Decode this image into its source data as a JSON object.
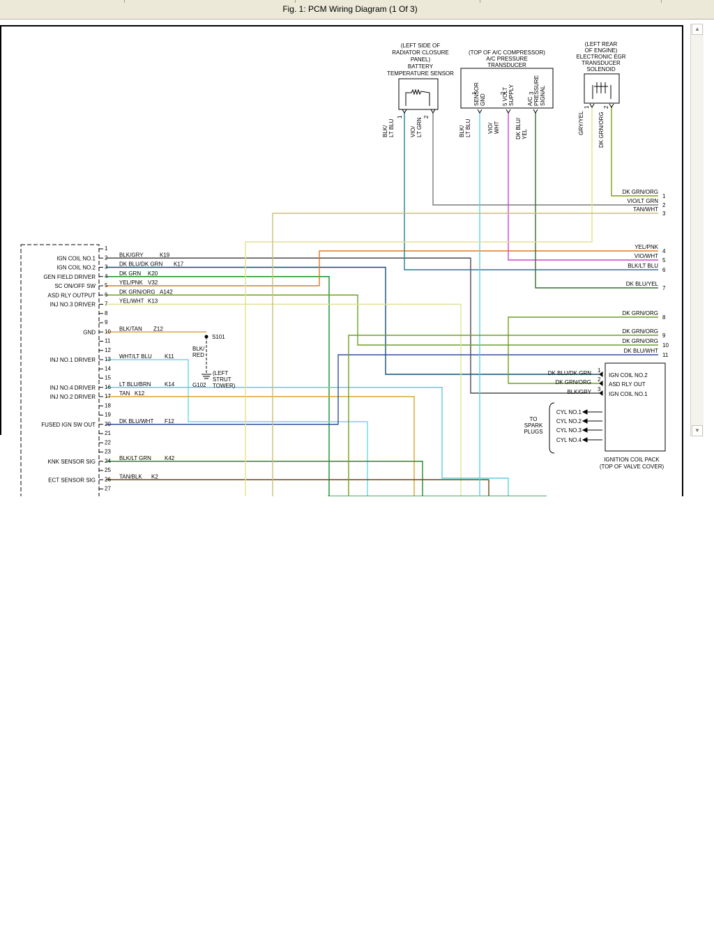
{
  "window": {
    "title": "Fig. 1: PCM Wiring Diagram (1 Of 3)"
  },
  "components": {
    "battery_temp_sensor": {
      "lines": [
        "(LEFT SIDE OF",
        "RADIATOR CLOSURE",
        "PANEL)",
        "BATTERY",
        "TEMPERATURE SENSOR"
      ]
    },
    "ac_pressure_transducer": {
      "lines": [
        "(TOP OF A/C COMPRESSOR)",
        "A/C PRESSURE",
        "TRANSDUCER"
      ]
    },
    "egr_solenoid": {
      "lines": [
        "(LEFT REAR",
        "OF ENGINE)",
        "ELECTRONIC EGR",
        "TRANSDUCER",
        "SOLENOID"
      ]
    },
    "coil_pack": {
      "lines": [
        "IGNITION COIL PACK",
        "(TOP OF VALVE COVER)"
      ]
    },
    "spark_plugs": {
      "lines": [
        "TO",
        "SPARK",
        "PLUGS"
      ]
    },
    "ground_location": {
      "lines": [
        "(LEFT",
        "STRUT",
        "TOWER)"
      ]
    }
  },
  "pins": {
    "batt_1": "1",
    "batt_2": "2",
    "ac_1": "1",
    "ac_2": "2",
    "ac_3": "3",
    "egr_1": "1",
    "egr_2": "2"
  },
  "pin_labels": {
    "sensor_gnd": [
      "SENSOR",
      "GND"
    ],
    "five_volt_supply": [
      "5 VOLT",
      "SUPPLY"
    ],
    "ac_pressure_signal": [
      "A/C",
      "PRESSURE",
      "SIGNAL"
    ]
  },
  "top_wire_labels": {
    "batt_1": [
      "BLK/",
      "LT BLU"
    ],
    "batt_2": [
      "VIO/",
      "LT GRN"
    ],
    "ac_1": [
      "BLK/",
      "LT BLU"
    ],
    "ac_2": [
      "VIO/",
      "WHT"
    ],
    "ac_3": [
      "DK BLU/",
      "YEL"
    ],
    "egr_1": [
      "GRY/YEL"
    ],
    "egr_2": [
      "DK GRN/ORG"
    ]
  },
  "right_connector": [
    {
      "num": "1",
      "color_text": "DK GRN/ORG"
    },
    {
      "num": "2",
      "color_text": "VIO/LT GRN"
    },
    {
      "num": "3",
      "color_text": "TAN/WHT"
    },
    {
      "num": "4",
      "color_text": "YEL/PNK"
    },
    {
      "num": "5",
      "color_text": "VIO/WHT"
    },
    {
      "num": "6",
      "color_text": "BLK/LT BLU"
    },
    {
      "num": "7",
      "color_text": "DK BLU/YEL"
    },
    {
      "num": "8",
      "color_text": "DK GRN/ORG"
    },
    {
      "num": "9",
      "color_text": "DK GRN/ORG"
    },
    {
      "num": "10",
      "color_text": "DK GRN/ORG"
    },
    {
      "num": "11",
      "color_text": "DK BLU/WHT"
    }
  ],
  "coil_pack_pins": [
    {
      "num": "1",
      "color_text": "DK BLU/DK GRN",
      "name": "IGN COIL NO.2"
    },
    {
      "num": "2",
      "color_text": "DK GRN/ORG",
      "name": "ASD RLY OUT"
    },
    {
      "num": "3",
      "color_text": "BLK/GRY",
      "name": "IGN COIL NO.1"
    }
  ],
  "cylinders": [
    "CYL NO.1",
    "CYL NO.2",
    "CYL NO.3",
    "CYL NO.4"
  ],
  "pcm_pins": [
    {
      "num": "1",
      "func": "",
      "color_text": "",
      "circuit": ""
    },
    {
      "num": "2",
      "func": "IGN COIL NO.1",
      "color_text": "BLK/GRY",
      "circuit": "K19"
    },
    {
      "num": "3",
      "func": "IGN COIL NO.2",
      "color_text": "DK BLU/DK GRN",
      "circuit": "K17"
    },
    {
      "num": "4",
      "func": "GEN FIELD DRIVER",
      "color_text": "DK GRN",
      "circuit": "K20"
    },
    {
      "num": "5",
      "func": "SC ON/OFF SW",
      "color_text": "YEL/PNK",
      "circuit": "V32"
    },
    {
      "num": "6",
      "func": "ASD RLY OUTPUT",
      "color_text": "DK GRN/ORG",
      "circuit": "A142"
    },
    {
      "num": "7",
      "func": "INJ NO.3 DRIVER",
      "color_text": "YEL/WHT",
      "circuit": "K13"
    },
    {
      "num": "8",
      "func": "",
      "color_text": "",
      "circuit": ""
    },
    {
      "num": "9",
      "func": "",
      "color_text": "",
      "circuit": ""
    },
    {
      "num": "10",
      "func": "GND",
      "color_text": "BLK/TAN",
      "circuit": "Z12"
    },
    {
      "num": "11",
      "func": "",
      "color_text": "",
      "circuit": ""
    },
    {
      "num": "12",
      "func": "",
      "color_text": "",
      "circuit": ""
    },
    {
      "num": "13",
      "func": "INJ NO.1 DRIVER",
      "color_text": "WHT/LT BLU",
      "circuit": "K11"
    },
    {
      "num": "14",
      "func": "",
      "color_text": "",
      "circuit": ""
    },
    {
      "num": "15",
      "func": "",
      "color_text": "",
      "circuit": ""
    },
    {
      "num": "16",
      "func": "INJ NO.4 DRIVER",
      "color_text": "LT BLU/BRN",
      "circuit": "K14"
    },
    {
      "num": "17",
      "func": "INJ NO.2 DRIVER",
      "color_text": "TAN",
      "circuit": "K12"
    },
    {
      "num": "18",
      "func": "",
      "color_text": "",
      "circuit": ""
    },
    {
      "num": "19",
      "func": "",
      "color_text": "",
      "circuit": ""
    },
    {
      "num": "20",
      "func": "FUSED IGN SW OUT",
      "color_text": "DK BLU/WHT",
      "circuit": "F12"
    },
    {
      "num": "21",
      "func": "",
      "color_text": "",
      "circuit": ""
    },
    {
      "num": "22",
      "func": "",
      "color_text": "",
      "circuit": ""
    },
    {
      "num": "23",
      "func": "",
      "color_text": "",
      "circuit": ""
    },
    {
      "num": "24",
      "func": "KNK SENSOR SIG",
      "color_text": "BLK/LT GRN",
      "circuit": "K42"
    },
    {
      "num": "25",
      "func": "",
      "color_text": "",
      "circuit": ""
    },
    {
      "num": "26",
      "func": "ECT SENSOR SIG",
      "color_text": "TAN/BLK",
      "circuit": "K2"
    },
    {
      "num": "27",
      "func": "",
      "color_text": "",
      "circuit": ""
    }
  ],
  "splice": {
    "label": "S101",
    "wire_color_text": [
      "BLK/",
      "RED"
    ],
    "ground": "G102"
  },
  "wire_colors": {
    "blk_gry": "#4a4a4a",
    "dk_blu_dk_grn": "#0d4f6e",
    "dk_grn": "#0f8f2a",
    "yel_pnk": "#e0781a",
    "dk_grn_org": "#6c9f1c",
    "yel_wht": "#e0e09a",
    "blk_tan": "#d8a64a",
    "wht_lt_blu": "#6ad8e8",
    "lt_blu_brn": "#5fcfdc",
    "tan": "#d4a52a",
    "dk_blu_wht": "#2e4f9c",
    "blk_lt_grn": "#1c8f2a",
    "tan_blk": "#6a4a10",
    "vio_lt_grn": "#7a7a7a",
    "tan_wht": "#c9c070",
    "gry_yel": "#e6e08a",
    "vio_wht": "#cc44cc",
    "blk_lt_blu": "#1f7f8f",
    "dk_blu_yel": "#2f6f2f",
    "lt_blu": "#5fd0e0",
    "egr2": "#7fa012"
  }
}
